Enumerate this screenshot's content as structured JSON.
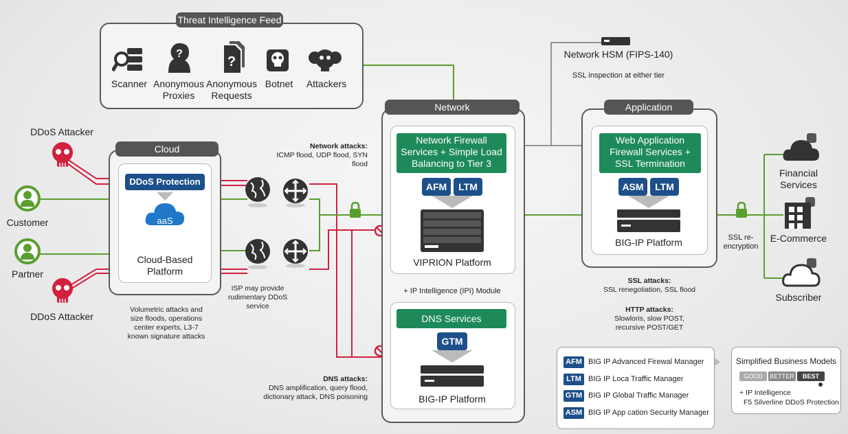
{
  "threat_feed": {
    "title": "Threat Intelligence Feed",
    "items": [
      {
        "label": "Scanner",
        "icon": "magnifier-server-icon"
      },
      {
        "label": "Anonymous Proxies",
        "icon": "anonymous-face-icon"
      },
      {
        "label": "Anonymous Requests",
        "icon": "question-document-icon"
      },
      {
        "label": "Botnet",
        "icon": "botnet-skull-icon"
      },
      {
        "label": "Attackers",
        "icon": "skulls-group-icon"
      }
    ]
  },
  "actors": {
    "ddos_attacker_top": "DDoS Attacker",
    "customer": "Customer",
    "partner": "Partner",
    "ddos_attacker_bottom": "DDoS Attacker"
  },
  "cloud": {
    "title": "Cloud",
    "protection": "DDoS Protection",
    "aas": "aaS",
    "platform": "Cloud-Based Platform",
    "note": "Volumetric attacks and size floods, operations center experts, L3-7 known signature attacks"
  },
  "isp_note": "ISP may provide rudimentary DDoS service",
  "network": {
    "title": "Network",
    "attacks_title": "Network attacks:",
    "attacks_text": "ICMP flood, UDP flood, SYN flood",
    "services": "Network Firewall Services + Simple Load Balancing to Tier 3",
    "modules": [
      "AFM",
      "LTM"
    ],
    "platform": "VIPRION Platform",
    "ipi": "+ IP Intelligence (IPI) Module",
    "dns_services": "DNS Services",
    "dns_module": "GTM",
    "dns_platform": "BIG-IP Platform",
    "dns_attacks_title": "DNS attacks:",
    "dns_attacks_text": "DNS amplification, query flood, dictionary attack, DNS poisoning"
  },
  "hsm": {
    "title": "Network HSM (FIPS-140)",
    "note": "SSL inspection at either tier"
  },
  "application": {
    "title": "Application",
    "services": "Web Application Firewall Services + SSL Termination",
    "modules": [
      "ASM",
      "LTM"
    ],
    "platform": "BIG-IP Platform",
    "ssl_attacks_title": "SSL attacks:",
    "ssl_attacks_text": "SSL renegotiation, SSL flood",
    "http_attacks_title": "HTTP attacks:",
    "http_attacks_text": "Slowloris, slow POST, recursive POST/GET"
  },
  "ssl_reencryption": "SSL re-encryption",
  "destinations": {
    "financial": "Financial Services",
    "ecommerce": "E-Commerce",
    "subscriber": "Subscriber"
  },
  "legend": [
    {
      "key": "AFM",
      "text": "BIG IP Advanced Firewal Manager"
    },
    {
      "key": "LTM",
      "text": "BIG IP Loca Traffic Manager"
    },
    {
      "key": "GTM",
      "text": "BIG IP Global Traffic Manager"
    },
    {
      "key": "ASM",
      "text": "BIG IP App cation Security Manager"
    }
  ],
  "business": {
    "title": "Simplified Business Models",
    "tiers": [
      "GOOD",
      "BETTER",
      "BEST"
    ],
    "line1": "+ IP Intelligence",
    "line2": "F5 Silverline DDoS Protection"
  },
  "colors": {
    "attack_red": "#d0213f",
    "legit_green": "#5a9e2f",
    "service_green": "#1e8a5a",
    "module_blue": "#1d4f8a"
  }
}
